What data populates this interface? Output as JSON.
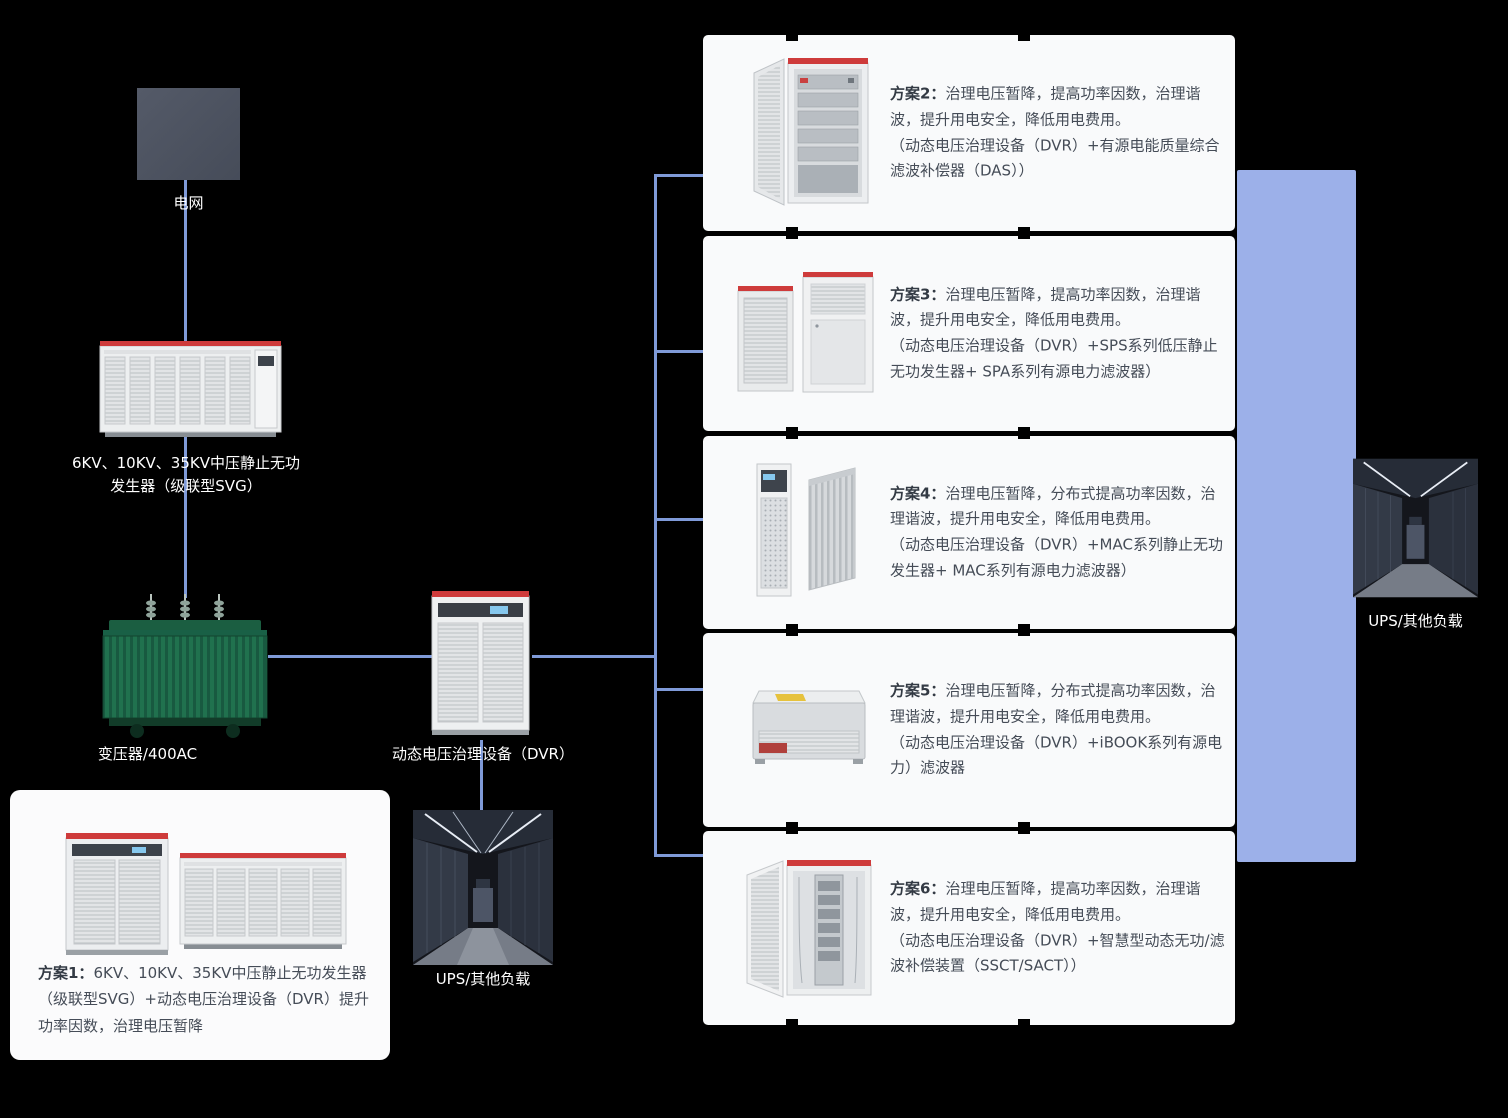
{
  "page": {
    "background": "#000000",
    "line_color": "#7f9ad8",
    "bus_bar_color": "#9cb0e9",
    "card_background": "#f9fafb",
    "accent_red": "#ce3b3b"
  },
  "nodes": {
    "grid": {
      "label": "电网"
    },
    "svg_generator": {
      "label": "6KV、10KV、35KV中压静止无功\n发生器（级联型SVG）"
    },
    "transformer": {
      "label": "变压器/400AC"
    },
    "dvr": {
      "label": "动态电压治理设备（DVR）"
    },
    "ups_bottom": {
      "label": "UPS/其他负载"
    },
    "ups_right": {
      "label": "UPS/其他负载"
    }
  },
  "plan1": {
    "num": "方案1：",
    "text": "6KV、10KV、35KV中压静止无功发生器（级联型SVG）+动态电压治理设备（DVR）提升功率因数，治理电压暂降"
  },
  "plans": [
    {
      "num": "方案2：",
      "desc": "治理电压暂降，提高功率因数，治理谐波，提升用电安全，降低用电费用。",
      "detail": "（动态电压治理设备（DVR）+有源电能质量综合滤波补偿器（DAS））"
    },
    {
      "num": "方案3：",
      "desc": "治理电压暂降，提高功率因数，治理谐波，提升用电安全，降低用电费用。",
      "detail": "（动态电压治理设备（DVR）+SPS系列低压静止无功发生器+ SPA系列有源电力滤波器）"
    },
    {
      "num": "方案4：",
      "desc": "治理电压暂降，分布式提高功率因数，治理谐波，提升用电安全，降低用电费用。",
      "detail": "（动态电压治理设备（DVR）+MAC系列静止无功发生器+ MAC系列有源电力滤波器）"
    },
    {
      "num": "方案5：",
      "desc": "治理电压暂降，分布式提高功率因数，治理谐波，提升用电安全，降低用电费用。",
      "detail": "（动态电压治理设备（DVR）+iBOOK系列有源电力）滤波器"
    },
    {
      "num": "方案6：",
      "desc": "治理电压暂降，提高功率因数，治理谐波，提升用电安全，降低用电费用。",
      "detail": "（动态电压治理设备（DVR）+智慧型动态无功/滤波补偿装置（SSCT/SACT））"
    }
  ]
}
